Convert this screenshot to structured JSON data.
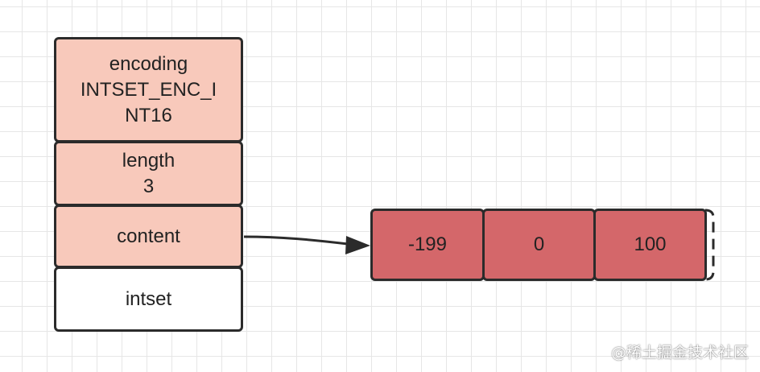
{
  "intset": {
    "encoding": {
      "label": "encoding",
      "value_line1": "INTSET_ENC_I",
      "value_line2": "NT16"
    },
    "length": {
      "label": "length",
      "value": "3"
    },
    "content_label": "content",
    "name": "intset"
  },
  "contents": [
    "-199",
    "0",
    "100"
  ],
  "watermark": "@稀土掘金技术社区"
}
